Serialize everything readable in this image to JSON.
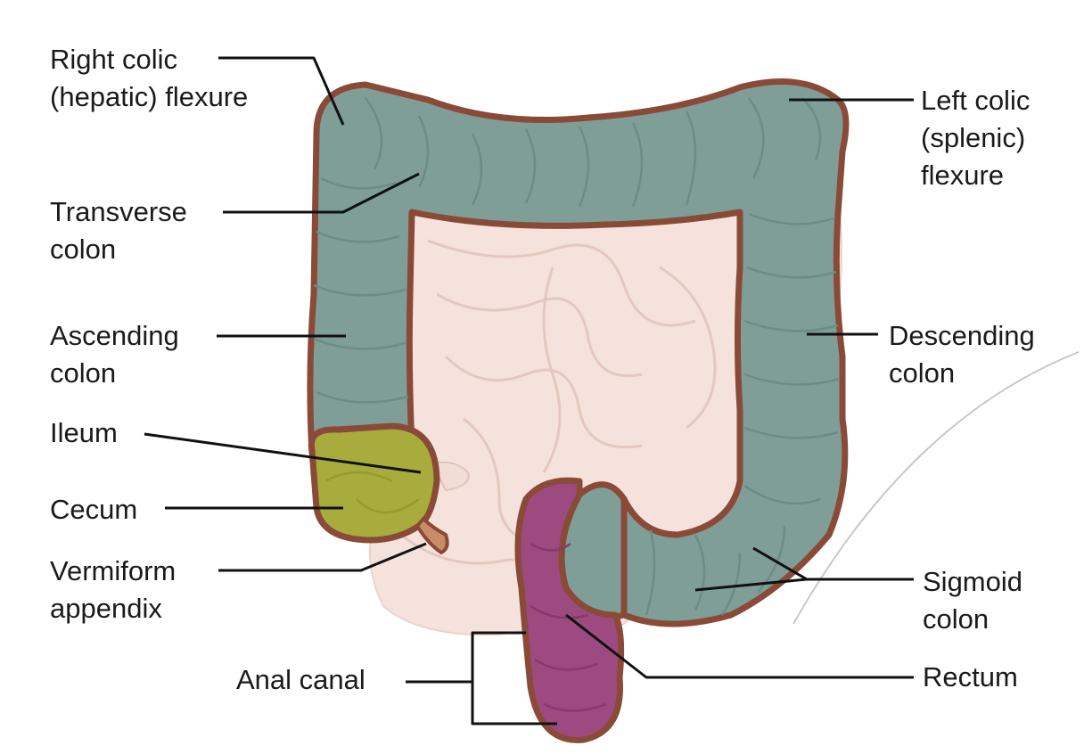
{
  "labels": {
    "right_colic": [
      "Right colic",
      "(hepatic) flexure"
    ],
    "left_colic": [
      "Left colic",
      "(splenic)",
      "flexure"
    ],
    "transverse": [
      "Transverse",
      "colon"
    ],
    "ascending": [
      "Ascending",
      "colon"
    ],
    "descending": [
      "Descending",
      "colon"
    ],
    "ileum": [
      "Ileum"
    ],
    "cecum": [
      "Cecum"
    ],
    "appendix": [
      "Vermiform",
      "appendix"
    ],
    "sigmoid": [
      "Sigmoid",
      "colon"
    ],
    "anal_canal": [
      "Anal canal"
    ],
    "rectum": [
      "Rectum"
    ]
  },
  "colors": {
    "colon": "#7f9e98",
    "colon_outline": "#8a4a38",
    "cecum": "#a8ac3c",
    "rectum": "#9c4a80",
    "small_intestine": "#f5e2dc",
    "small_intestine_line": "#e4c8c0",
    "appendix": "#c88c68"
  }
}
